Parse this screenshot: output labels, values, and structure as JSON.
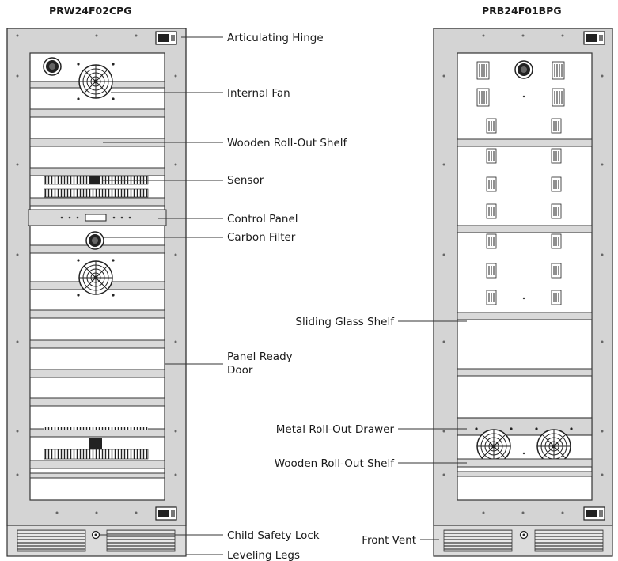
{
  "models": {
    "left": "PRW24F02CPG",
    "right": "PRB24F01BPG"
  },
  "labels": {
    "articulating_hinge": "Articulating Hinge",
    "internal_fan": "Internal Fan",
    "wooden_shelf_left": "Wooden Roll-Out Shelf",
    "sensor": "Sensor",
    "control_panel": "Control Panel",
    "carbon_filter": "Carbon Filter",
    "panel_ready_line1": "Panel Ready",
    "panel_ready_line2": "Door",
    "child_safety_lock": "Child Safety Lock",
    "leveling_legs": "Leveling Legs",
    "sliding_glass_shelf": "Sliding Glass Shelf",
    "metal_drawer": "Metal Roll-Out Drawer",
    "wooden_shelf_right": "Wooden Roll-Out Shelf",
    "front_vent": "Front Vent"
  },
  "icons": {
    "fan": "fan-icon",
    "hinge": "hinge-icon",
    "filter": "carbon-filter-icon",
    "lock": "lock-icon"
  },
  "colors": {
    "frame": "#d4d4d4",
    "outline": "#333333",
    "text": "#1a1a1a"
  }
}
